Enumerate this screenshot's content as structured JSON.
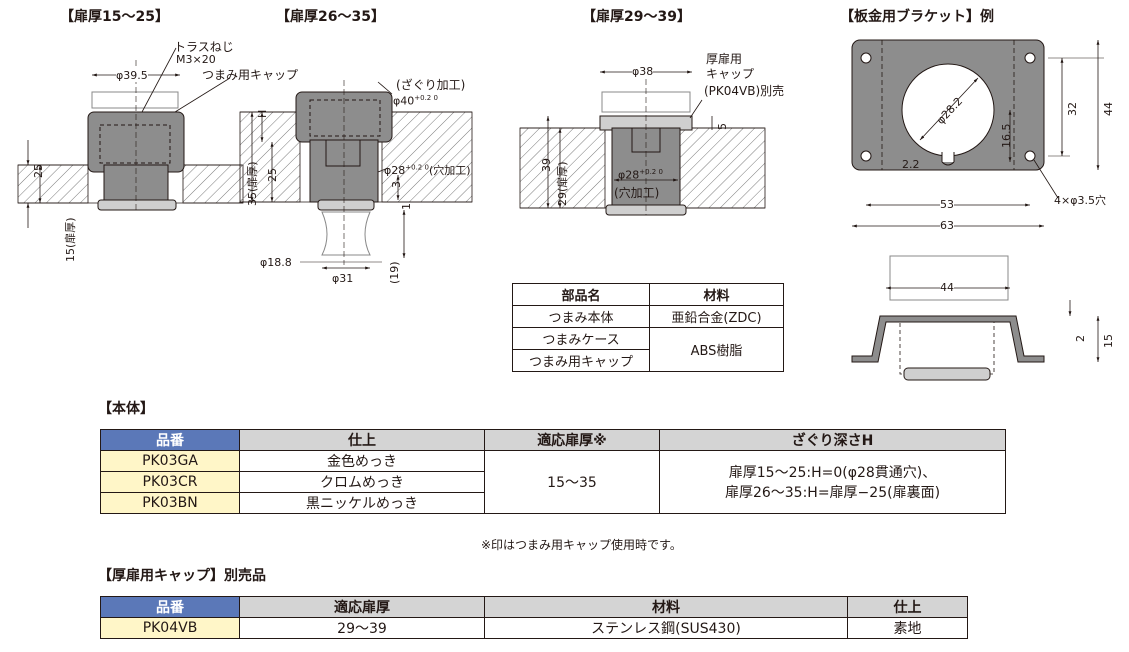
{
  "diagram1": {
    "title": "【扉厚15～25】",
    "label_screw": "トラスねじ",
    "label_screw_size": "M3×20",
    "label_cap": "つまみ用キャップ",
    "dim_dia": "φ39.5",
    "dim_25": "25",
    "dim_thick": "15(扉厚)"
  },
  "diagram2": {
    "title": "【扉厚26～35】",
    "label_counterbore": "(ざぐり加工)",
    "dim_dia40": "φ40",
    "tol_dia40": "+0.2 0",
    "dim_h": "H",
    "dim_25": "25",
    "dim_thick": "35(扉厚)",
    "dim_hole": "φ28",
    "tol_hole": "+0.2 0",
    "label_hole": "(穴加工)",
    "dim_3": "3",
    "dim_1": "1",
    "dim_dia18": "φ18.8",
    "dim_dia31": "φ31",
    "dim_19": "(19)"
  },
  "diagram3": {
    "title": "【扉厚29～39】",
    "label_cap1": "厚扉用",
    "label_cap2": "キャップ",
    "label_cap3": "(PK04VB)別売",
    "dim_dia38": "φ38",
    "dim_5": "5",
    "dim_39": "39",
    "dim_thick": "29(扉厚)",
    "dim_hole": "φ28",
    "tol_hole": "+0.2 0",
    "label_hole": "(穴加工)"
  },
  "diagram4": {
    "title": "【板金用ブラケット】例",
    "dim_dia": "φ28.2",
    "dim_16_5": "16.5",
    "dim_32": "32",
    "dim_44": "44",
    "dim_2_2": "2.2",
    "dim_53": "53",
    "dim_63": "63",
    "label_holes": "4×φ3.5穴",
    "dim_44b": "44",
    "dim_2": "2",
    "dim_15": "15"
  },
  "parts_table": {
    "headers": [
      "部品名",
      "材料"
    ],
    "rows": [
      [
        "つまみ本体",
        "亜鉛合金(ZDC)"
      ],
      [
        "つまみケース",
        "ABS樹脂"
      ],
      [
        "つまみ用キャップ",
        ""
      ]
    ]
  },
  "main_section": {
    "title": "【本体】",
    "headers": [
      "品番",
      "仕上",
      "適応扉厚※",
      "ざぐり深さH"
    ],
    "rows": [
      {
        "pn": "PK03GA",
        "finish": "金色めっき"
      },
      {
        "pn": "PK03CR",
        "finish": "クロムめっき"
      },
      {
        "pn": "PK03BN",
        "finish": "黒ニッケルめっき"
      }
    ],
    "thickness": "15～35",
    "depth_line1": "扉厚15～25:H=0(φ28貫通穴)、",
    "depth_line2": "扉厚26～35:H=扉厚−25(扉裏面)",
    "footnote": "※印はつまみ用キャップ使用時です。"
  },
  "cap_section": {
    "title": "【厚扉用キャップ】別売品",
    "headers": [
      "品番",
      "適応扉厚",
      "材料",
      "仕上"
    ],
    "row": [
      "PK04VB",
      "29～39",
      "ステンレス鋼(SUS430)",
      "素地"
    ]
  }
}
